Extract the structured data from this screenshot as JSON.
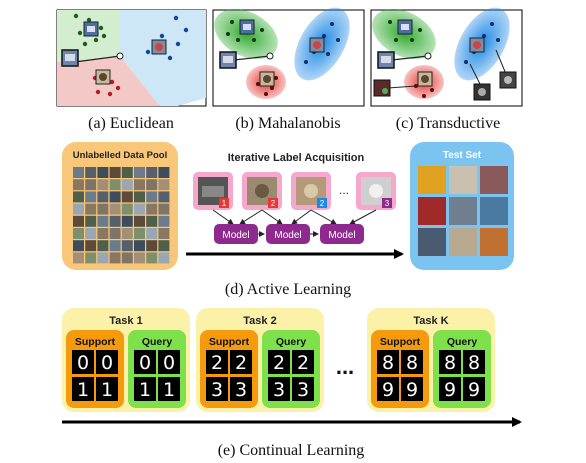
{
  "captions": {
    "a": "(a) Euclidean",
    "b": "(b) Mahalanobis",
    "c": "(c) Transductive",
    "d": "(d) Active Learning",
    "e": "(e) Continual Learning"
  },
  "active_learning": {
    "pool_title": "Unlabelled Data Pool",
    "acquisition_title": "Iterative Label Acquisition",
    "test_title": "Test Set",
    "model_label": "Model",
    "ellipsis": "...",
    "badges": [
      "1",
      "2",
      "2",
      "3"
    ]
  },
  "continual_learning": {
    "tasks": [
      {
        "title": "Task 1",
        "support_label": "Support",
        "query_label": "Query",
        "support_digits": [
          "0",
          "0",
          "1",
          "1"
        ],
        "query_digits": [
          "0",
          "0",
          "1",
          "1"
        ]
      },
      {
        "title": "Task 2",
        "support_label": "Support",
        "query_label": "Query",
        "support_digits": [
          "2",
          "2",
          "3",
          "3"
        ],
        "query_digits": [
          "2",
          "2",
          "3",
          "3"
        ]
      },
      {
        "title": "Task K",
        "support_label": "Support",
        "query_label": "Query",
        "support_digits": [
          "8",
          "8",
          "9",
          "9"
        ],
        "query_digits": [
          "8",
          "8",
          "9",
          "9"
        ]
      }
    ],
    "ellipsis": "..."
  },
  "colors": {
    "green": "#33aa33",
    "blue": "#1e88e5",
    "red": "#e53935",
    "pool": "#f8c77a",
    "test": "#7cc4f0",
    "model": "#8e2a8e",
    "pink": "#f5a8cc",
    "task": "#fbf1a8",
    "support": "#f59a0c",
    "query": "#7ee04a"
  }
}
